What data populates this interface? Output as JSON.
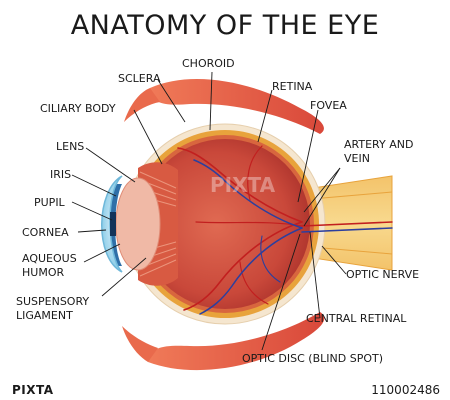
{
  "title": "ANATOMY OF THE EYE",
  "labels": {
    "sclera": "SCLERA",
    "choroid": "CHOROID",
    "retina": "RETINA",
    "ciliary_body": "CILIARY BODY",
    "fovea": "FOVEA",
    "lens": "LENS",
    "artery_vein": [
      "ARTERY AND",
      "VEIN"
    ],
    "iris": "IRIS",
    "pupil": "PUPIL",
    "cornea": "CORNEA",
    "aqueous_humor": [
      "AQUEOUS",
      "HUMOR"
    ],
    "optic_nerve": "OPTIC NERVE",
    "suspensory_ligament": [
      "SUSPENSORY",
      "LIGAMENT"
    ],
    "central_retinal": "CENTRAL RETINAL",
    "optic_disc": "OPTIC DISC (BLIND SPOT)"
  },
  "watermark": {
    "brand": "PIXTA",
    "id": "110002486"
  },
  "colors": {
    "sclera": "#f5e6cf",
    "choroid": "#e8a33c",
    "interior": "#c9483a",
    "muscle": "#e35a3e",
    "iris": "#2f6fa8",
    "vessel_red": "#c21f1f",
    "vessel_blue": "#2c3f9e"
  }
}
